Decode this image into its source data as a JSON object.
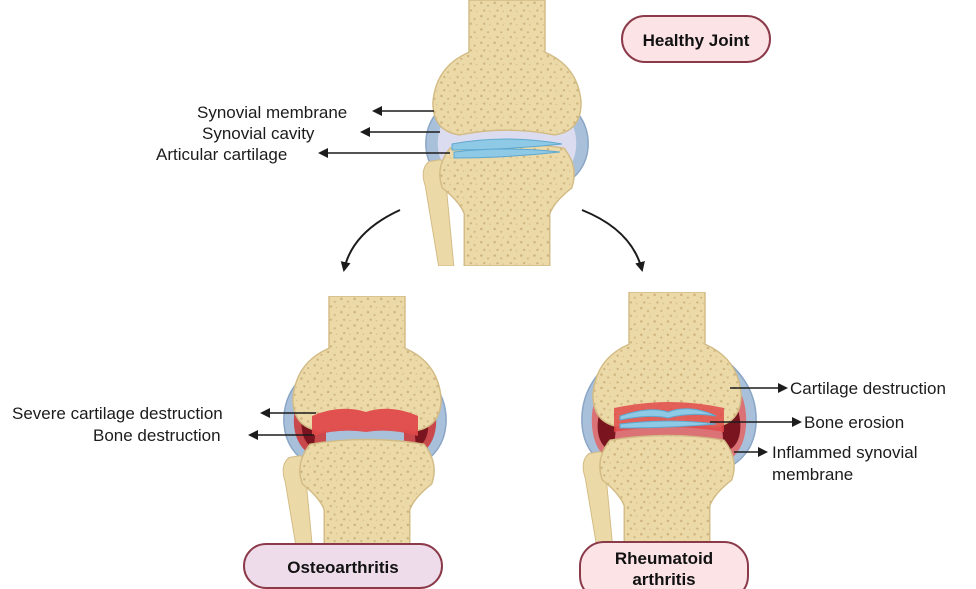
{
  "healthy": {
    "title": "Healthy Joint",
    "labels": [
      "Synovial membrane",
      "Synovial cavity",
      "Articular cartilage"
    ]
  },
  "osteo": {
    "title": "Osteoarthritis",
    "labels": [
      "Severe cartilage destruction",
      "Bone destruction"
    ]
  },
  "rheum": {
    "title_line1": "Rheumatoid",
    "title_line2": "arthritis",
    "labels": [
      "Cartilage destruction",
      "Bone erosion",
      "Inflammed synovial",
      "membrane"
    ]
  },
  "colors": {
    "bone": "#ecd9a8",
    "bone_dark": "#d2bb84",
    "synovium": "#a9c0da",
    "cavity": "#dcdcf0",
    "cartilage": "#8ec9e6",
    "inflamed": "#e04a4a",
    "inflamed_dark": "#8c1a22",
    "pill_fill_healthy": "#fce3e6",
    "pill_fill_oa": "#efdcea",
    "pill_stroke": "#8b3a4a"
  }
}
